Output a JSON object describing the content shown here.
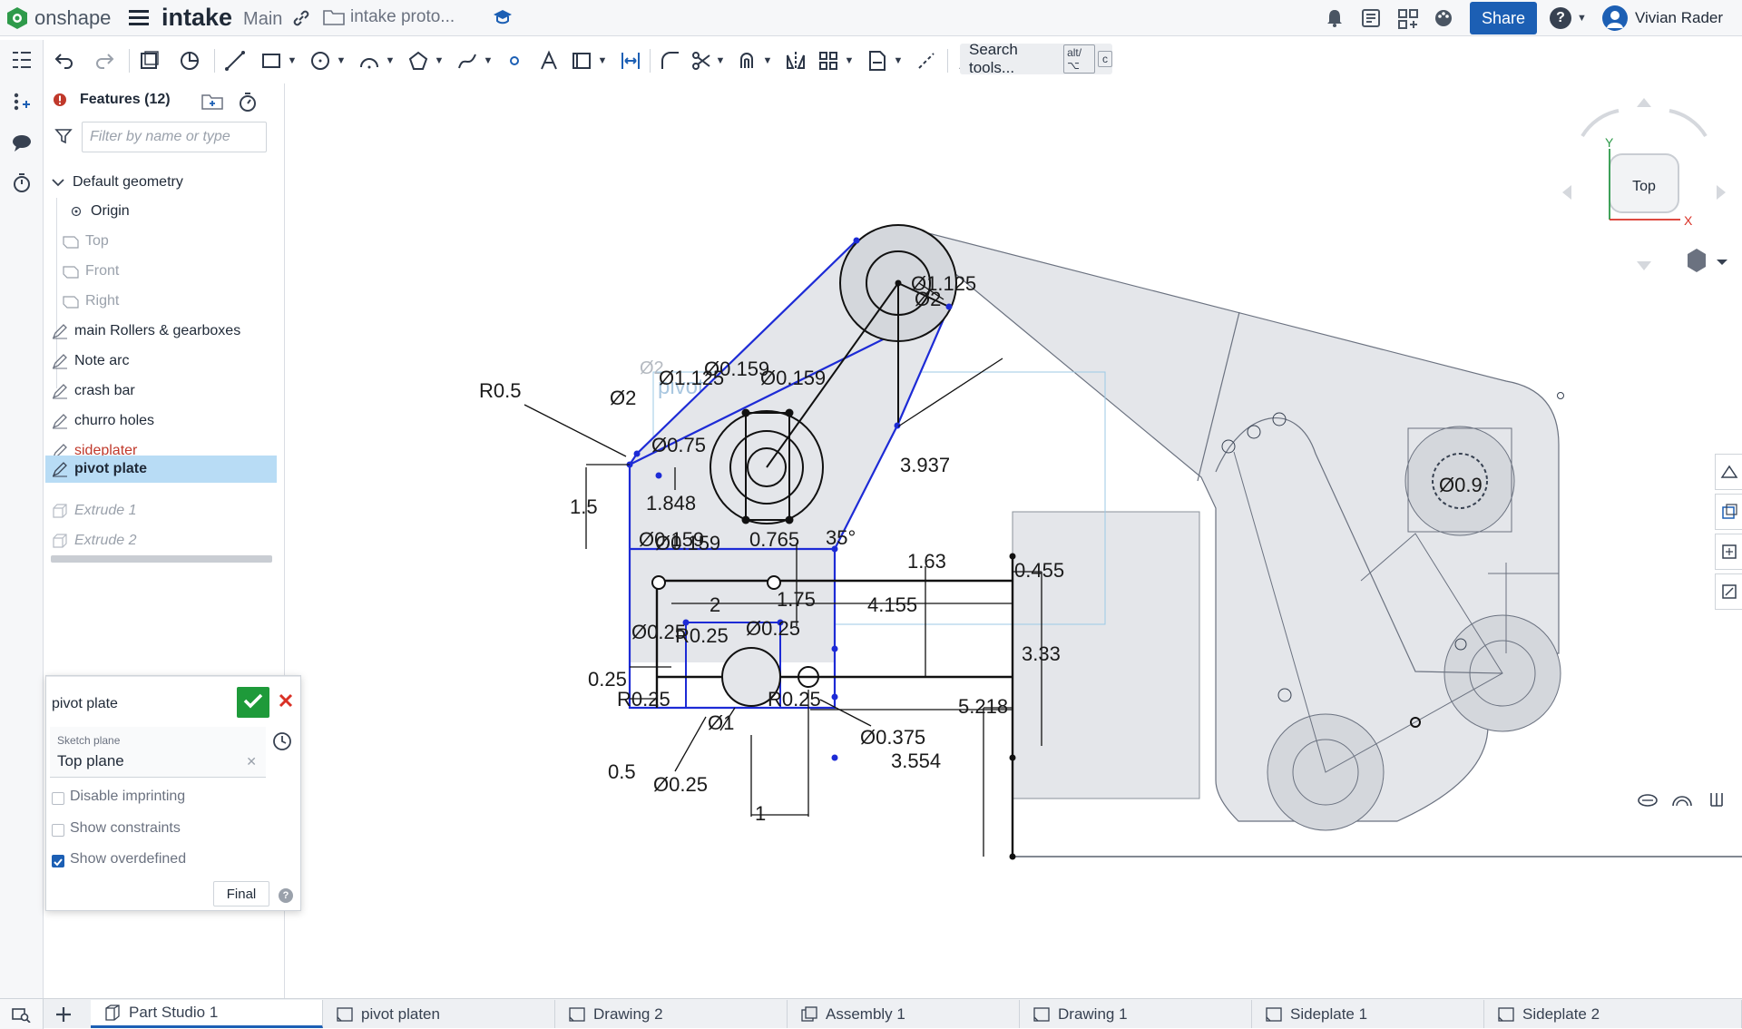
{
  "app": {
    "brand": "onshape",
    "doc_name": "intake",
    "branch": "Main",
    "folder": "intake proto...",
    "share_label": "Share",
    "user_name": "Vivian Rader",
    "help_glyph": "?"
  },
  "toolbar": {
    "search_label": "Search tools...",
    "search_shortcut_1": "alt/⌥",
    "search_shortcut_2": "c"
  },
  "features": {
    "header": "Features (12)",
    "filter_placeholder": "Filter by name or type",
    "default_geometry": "Default geometry",
    "items": [
      {
        "label": "Origin",
        "state": "normal"
      },
      {
        "label": "Top",
        "state": "plane"
      },
      {
        "label": "Front",
        "state": "plane"
      },
      {
        "label": "Right",
        "state": "plane"
      },
      {
        "label": "main Rollers & gearboxes",
        "state": "sketch"
      },
      {
        "label": "Note arc",
        "state": "sketch"
      },
      {
        "label": "crash bar",
        "state": "sketch"
      },
      {
        "label": "churro holes",
        "state": "sketch"
      },
      {
        "label": "sideplater",
        "state": "error"
      },
      {
        "label": "pivot plate",
        "state": "selected"
      },
      {
        "label": "Extrude 1",
        "state": "suppressed"
      },
      {
        "label": "Extrude 2",
        "state": "suppressed"
      }
    ]
  },
  "dialog": {
    "title": "pivot plate",
    "sketch_plane_label": "Sketch plane",
    "sketch_plane_value": "Top plane",
    "disable_imprinting": "Disable imprinting",
    "show_constraints": "Show constraints",
    "show_overdefined": "Show overdefined",
    "final_label": "Final"
  },
  "viewcube": {
    "face": "Top",
    "axis_y": "Y",
    "axis_x": "X"
  },
  "sketch": {
    "watermark": "pivot plate",
    "ghost_dims": [
      "Ø2"
    ],
    "dimensions": [
      "R0.5",
      "Ø2",
      "Ø1.125",
      "Ø0.159",
      "Ø0.159",
      "Ø0.75",
      "1.5",
      "1.848",
      "3.937",
      "Ø1.125",
      "Ø2",
      "Ø0.159",
      "Ø0.159",
      "0.765",
      "35°",
      "1.63",
      "0.455",
      "2",
      "1.75",
      "4.155",
      "Ø0.25",
      "R0.25",
      "Ø0.25",
      "3.33",
      "0.25",
      "R0.25",
      "R0.25",
      "Ø1",
      "5.218",
      "Ø0.375",
      "0.5",
      "3.554",
      "Ø0.25",
      "1",
      "Ø0.9"
    ]
  },
  "tabs": [
    {
      "label": "Part Studio 1",
      "active": true
    },
    {
      "label": "pivot platen",
      "active": false
    },
    {
      "label": "Drawing 2",
      "active": false
    },
    {
      "label": "Assembly 1",
      "active": false
    },
    {
      "label": "Drawing 1",
      "active": false
    },
    {
      "label": "Sideplate 1",
      "active": false
    },
    {
      "label": "Sideplate 2",
      "active": false
    }
  ],
  "colors": {
    "accent": "#1c5fb4",
    "selected_row": "#b8dcf5",
    "error_text": "#c0392b",
    "confirm_green": "#1e9a3a",
    "cancel_red": "#d93025",
    "sketch_blue": "#1d2bd6",
    "part_fill": "#e4e6ea"
  }
}
